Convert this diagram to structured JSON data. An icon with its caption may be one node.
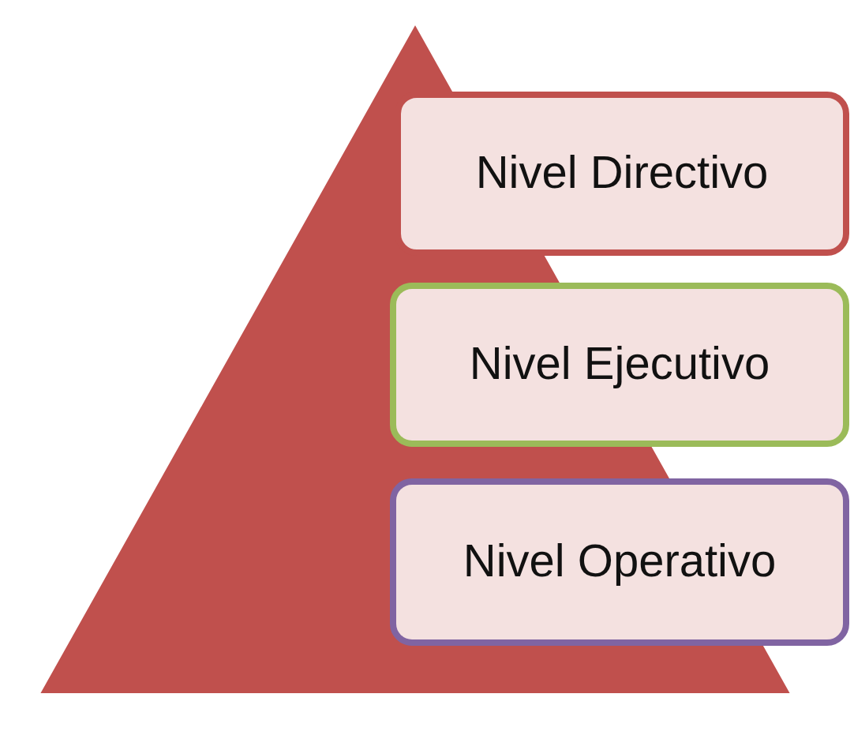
{
  "diagram": {
    "nodes": [
      {
        "text": [],
        "shape": "triangle"
      },
      {
        "text": [
          "Nivel Directivo"
        ]
      },
      {
        "text": [
          "Nivel Ejecutivo"
        ]
      },
      {
        "text": [
          "Nivel Operativo"
        ]
      }
    ],
    "edges": []
  }
}
